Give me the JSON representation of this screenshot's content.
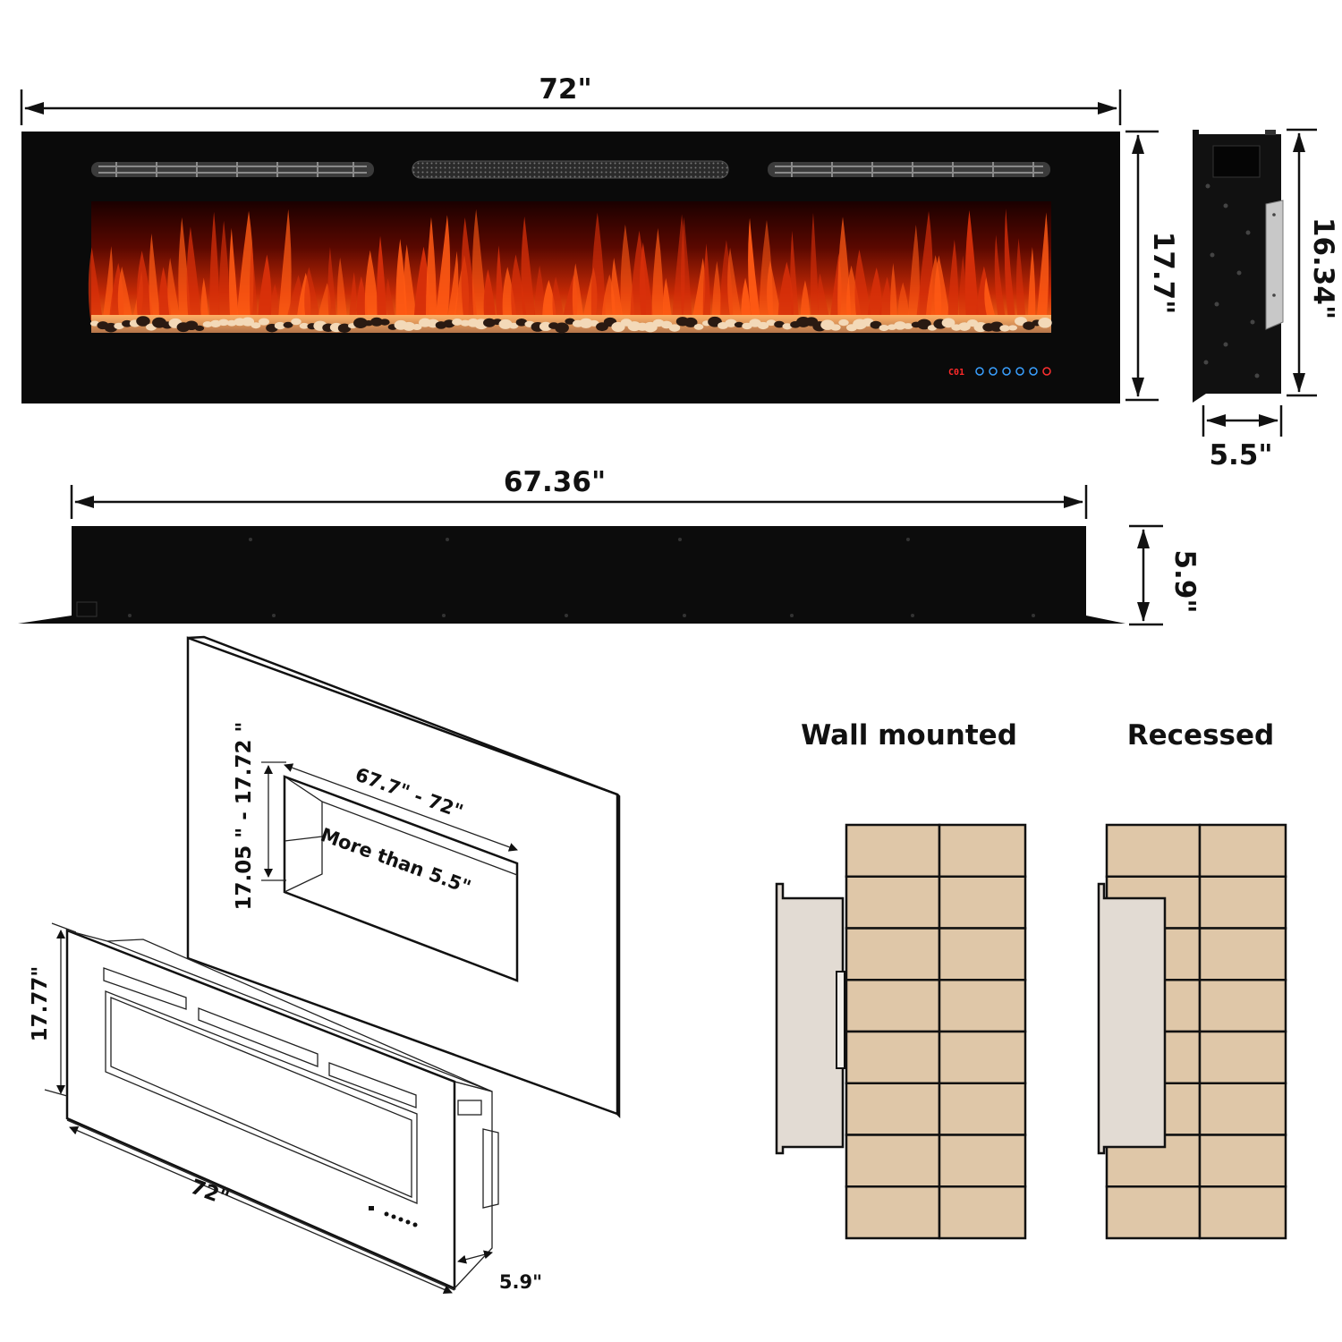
{
  "dimensions": {
    "front_width": "72\"",
    "front_height": "17.7\"",
    "side_height": "16.34\"",
    "side_depth": "5.5\"",
    "top_width": "67.36\"",
    "top_depth": "5.9\"",
    "opening_height": "17.05 \" - 17.72 \"",
    "opening_width": "67.7\" - 72\"",
    "opening_depth": "More than 5.5\"",
    "iso_height": "17.77\"",
    "iso_width": "72\"",
    "iso_depth": "5.9\""
  },
  "control_panel": {
    "display": "C01"
  },
  "install_types": {
    "wall_mounted": "Wall mounted",
    "recessed": "Recessed"
  },
  "colors": {
    "frame": "#0a0a0a",
    "brick": "#dfc7a8",
    "unit": "#e2dbd3",
    "flame": "#ff5a14"
  }
}
